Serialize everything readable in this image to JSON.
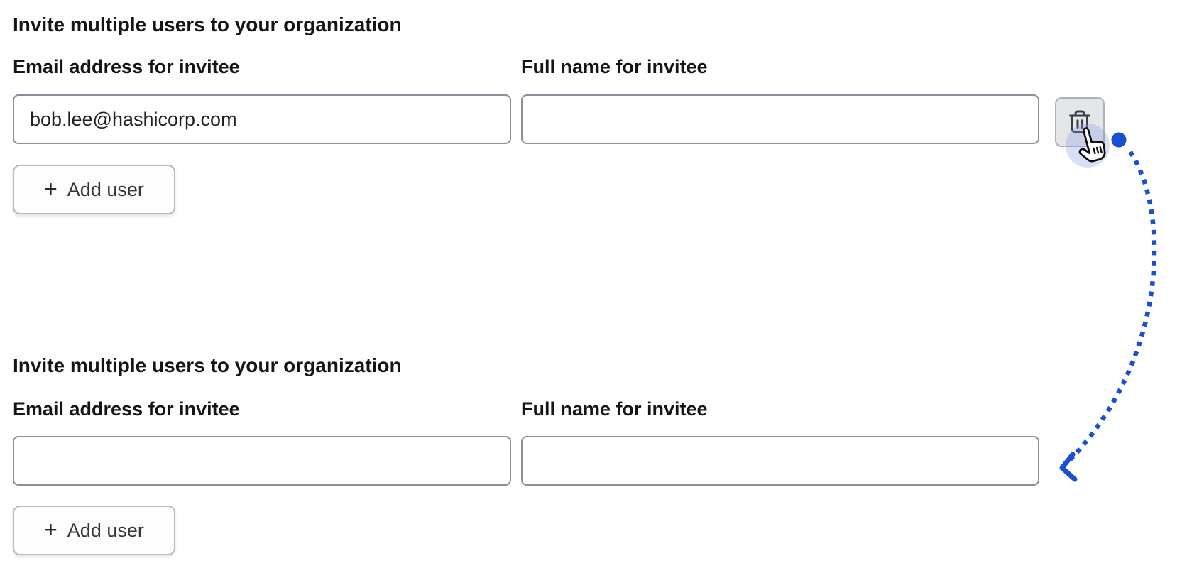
{
  "colors": {
    "accent_blue": "#1b4fd1",
    "input_border": "#8a8f9a",
    "text": "#141519",
    "trash_button_bg": "#e4e5e8",
    "click_halo": "rgba(135,150,225,0.30)"
  },
  "icons": {
    "plus_glyph": "+",
    "trash": "trash-icon",
    "cursor": "hand-pointer-cursor"
  },
  "sections": [
    {
      "heading": "Invite multiple users to your organization",
      "fields": [
        {
          "label": "Email address for invitee",
          "value": "bob.lee@hashicorp.com"
        },
        {
          "label": "Full name for invitee",
          "value": ""
        }
      ],
      "add_user_button": {
        "label": "Add user"
      },
      "has_delete_button": true
    },
    {
      "heading": "Invite multiple users to your organization",
      "fields": [
        {
          "label": "Email address for invitee",
          "value": ""
        },
        {
          "label": "Full name for invitee",
          "value": ""
        }
      ],
      "add_user_button": {
        "label": "Add user"
      },
      "has_delete_button": false
    }
  ],
  "annotation": {
    "type": "dotted-arrow-from-delete-to-result",
    "color": "#1b4fd1"
  }
}
